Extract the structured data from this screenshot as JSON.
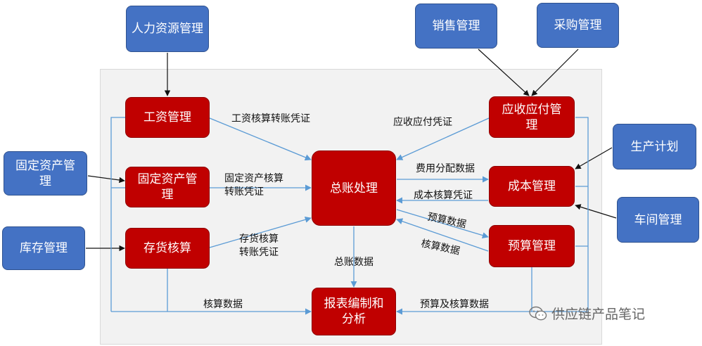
{
  "external": {
    "hr": "人力资源管理",
    "sales": "销售管理",
    "purchase": "采购管理",
    "fixed_asset": "固定资产管\n理",
    "production_plan": "生产计划",
    "inventory": "库存管理",
    "workshop": "车间管理"
  },
  "modules": {
    "salary": "工资管理",
    "fixed_asset": "固定资产管\n理",
    "inventory_accounting": "存货核算",
    "general_ledger": "总账处理",
    "ar_ap": "应收应付管\n理",
    "cost": "成本管理",
    "budget": "预算管理",
    "report": "报表编制和\n分析"
  },
  "flows": {
    "salary_voucher": "工资核算转账凭证",
    "asset_voucher": "固定资产核算\n转账凭证",
    "inventory_voucher": "存货核算\n转账凭证",
    "arap_voucher": "应收应付凭证",
    "expense_allocation": "费用分配数据",
    "cost_voucher": "成本核算凭证",
    "budget_data": "预算数据",
    "accounting_data_budget": "核算数据",
    "ledger_data": "总账数据",
    "accounting_data_report": "核算数据",
    "budget_and_accounting": "预算及核算数据"
  },
  "watermark": "供应链产品笔记",
  "colors": {
    "external_box": "#4472c4",
    "module_box": "#c00000",
    "arrow": "#5b9bd5",
    "connector": "#000000"
  }
}
